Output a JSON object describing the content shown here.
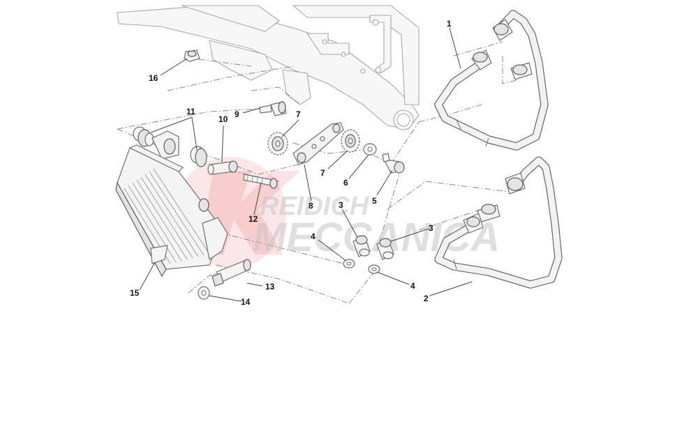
{
  "watermark": {
    "line1": "REIDICH",
    "line2": "MECCANICA",
    "logo_color": "#e8474c"
  },
  "callouts": {
    "c1": "1",
    "c2": "2",
    "c3a": "3",
    "c3b": "3",
    "c4a": "4",
    "c4b": "4",
    "c5": "5",
    "c6": "6",
    "c7a": "7",
    "c7b": "7",
    "c8": "8",
    "c9": "9",
    "c10": "10",
    "c11": "11",
    "c12": "12",
    "c13": "13",
    "c14": "14",
    "c15": "15",
    "c16": "16"
  }
}
